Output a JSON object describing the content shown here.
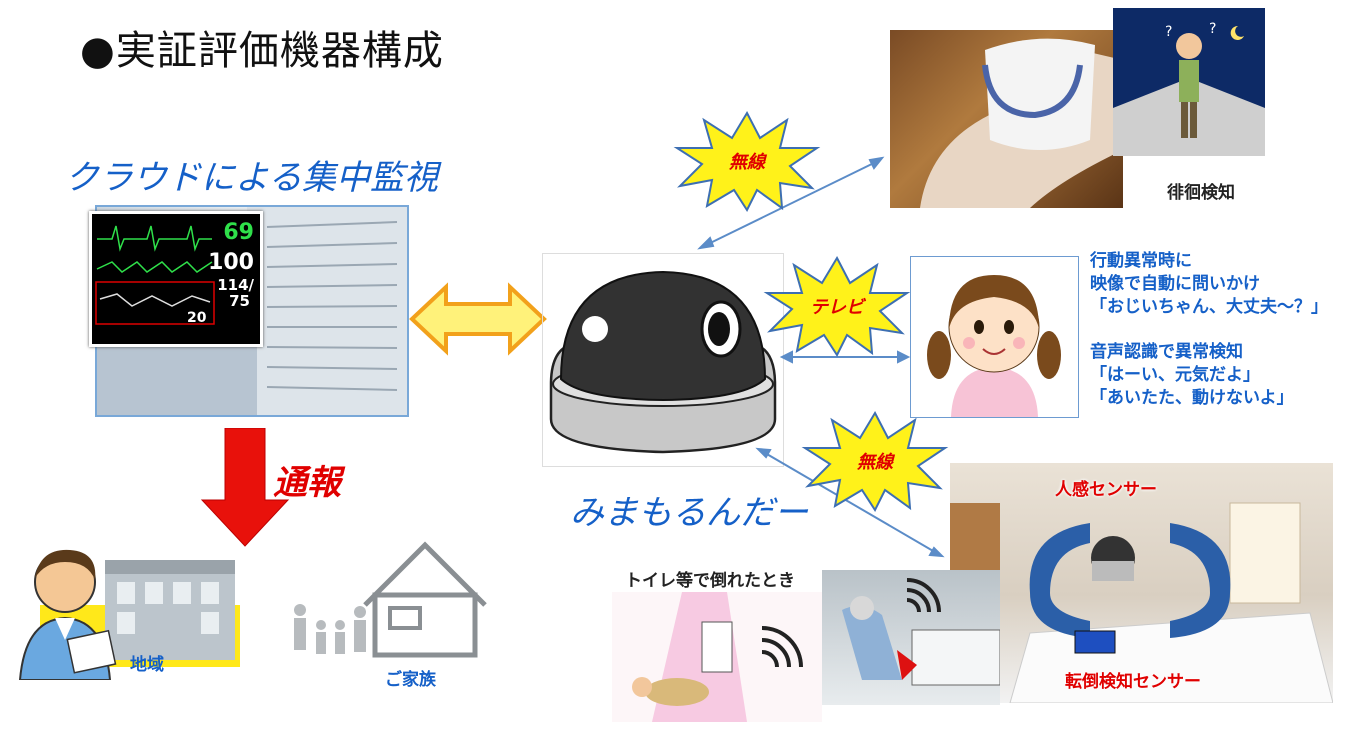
{
  "title": "●実証評価機器構成",
  "cloud_label": "クラウドによる集中監視",
  "device_label": "みまもるんだー",
  "notify_label": "通報",
  "region_label": "地域",
  "family_label": "ご家族",
  "wander_label": "徘徊検知",
  "burst_wireless_top": "無線",
  "burst_tv": "テレビ",
  "burst_wireless_bottom": "無線",
  "tv_text": {
    "line1": "行動異常時に",
    "line2": "映像で自動に問いかけ",
    "line3": "「おじいちゃん、大丈夫～？」",
    "line4": "音声認識で異常検知",
    "line5": "「はーい、元気だよ」",
    "line6": "「あいたた、動けないよ」"
  },
  "toilet_label": "トイレ等で倒れたとき",
  "motion_sensor_label": "人感センサー",
  "fall_sensor_label": "転倒検知センサー",
  "monitor_values": {
    "v1": "69",
    "v2": "100",
    "v3": "114/",
    "v4": "75",
    "v5": "20"
  }
}
